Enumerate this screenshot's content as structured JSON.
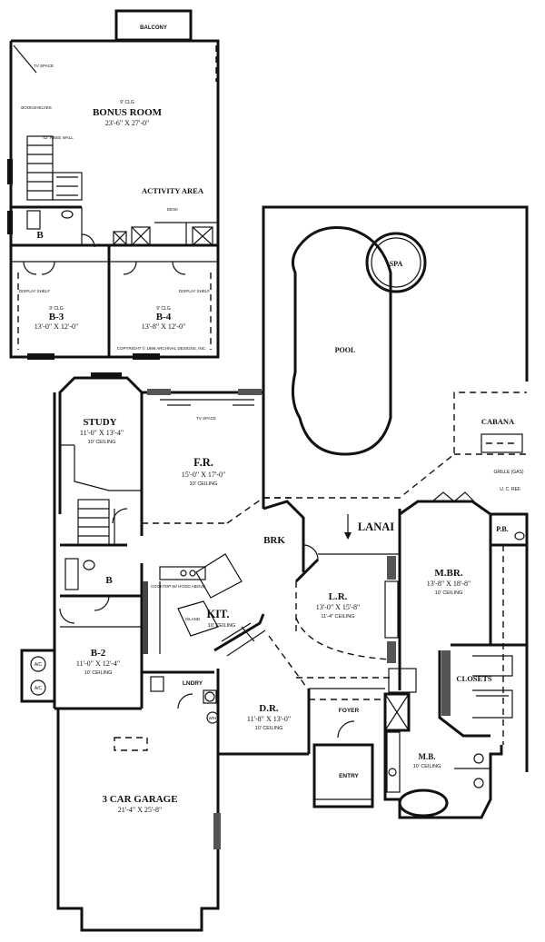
{
  "upper_floor": {
    "balcony": "BALCONY",
    "bonus_room": {
      "ceiling": "9' CLG",
      "name": "BONUS ROOM",
      "dim": "23'-6\" X 27'-0\""
    },
    "activity_area": "ACTIVITY AREA",
    "bath_label": "B",
    "b3": {
      "ceiling": "9' CLG",
      "name": "B-3",
      "dim": "13'-0\" X 12'-0\""
    },
    "b4": {
      "ceiling": "9' CLG",
      "name": "B-4",
      "dim": "13'-8\" X 12'-0\""
    },
    "notes": {
      "tv_space": "TV SPACE",
      "bookshelves": "BOOKSHELVES",
      "knee_wall": "42\" KNEE WALL",
      "desk": "DESK",
      "display_shelf_left": "DISPLAY SHELF",
      "display_shelf_right": "DISPLAY SHELF",
      "copyright": "COPYRIGHT © 1998 ARCHIVAL DESIGNS, INC."
    }
  },
  "pool_area": {
    "spa": "SPA",
    "pool": "POOL",
    "cabana": "CABANA",
    "grille": "GRILLE (GAS)",
    "uc_ref": "U. C. REF.",
    "pb": "P.B."
  },
  "main_floor": {
    "study": {
      "name": "STUDY",
      "dim": "11'-0\" X 13'-4\"",
      "ceiling": "10' CEILING"
    },
    "fr": {
      "name": "F.R.",
      "dim": "15'-0\" X 17'-0\"",
      "ceiling": "10' CEILING",
      "tv": "TV SPACE"
    },
    "brk": "BRK",
    "lanai": "LANAI",
    "mbr": {
      "name": "M.BR.",
      "dim": "13'-8\" X 18'-8\"",
      "ceiling": "10' CEILING"
    },
    "lr": {
      "name": "L.R.",
      "dim": "13'-0\" X 15'-8\"",
      "ceiling": "11'-4\" CEILING"
    },
    "kit": {
      "name": "KIT.",
      "ceiling": "10' CEILING",
      "island": "ISLAND",
      "cooktop": "COOKTOP W/ HOOD ABOVE"
    },
    "bath": "B",
    "b2": {
      "name": "B-2",
      "dim": "11'-0\" X 12'-4\"",
      "ceiling": "10' CEILING"
    },
    "laundry": "LNDRY",
    "dr": {
      "name": "D.R.",
      "dim": "11'-8\" X 13'-0\"",
      "ceiling": "10' CEILING"
    },
    "foyer": "FOYER",
    "closets": "CLOSETS",
    "mb": {
      "name": "M.B.",
      "ceiling": "10' CEILING"
    },
    "entry": "ENTRY",
    "garage": {
      "name": "3 CAR GARAGE",
      "dim": "21'-4\" X 25'-8\""
    },
    "ac1": "A/C",
    "ac2": "A/C",
    "water_heater": "W/H"
  }
}
